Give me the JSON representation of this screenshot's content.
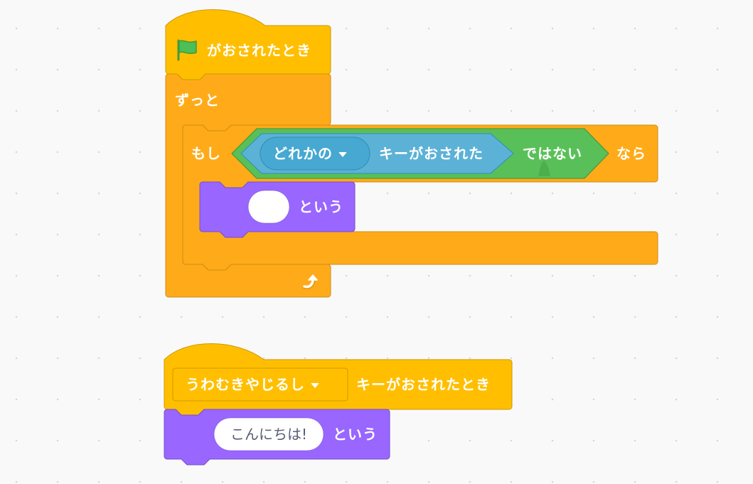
{
  "colors": {
    "background": "#f9f9f9",
    "events": "#ffbf00",
    "events_border": "#cc9900",
    "control": "#ffab19",
    "control_border": "#cf8b17",
    "sensing": "#5cb1d6",
    "sensing_menu": "#47a8d1",
    "sensing_border": "#2e8eb8",
    "operators": "#59c059",
    "operators_border": "#389438",
    "looks": "#9966ff",
    "looks_border": "#774dcb",
    "input_text": "#575e75"
  },
  "script1": {
    "hat": {
      "icon": "green-flag-icon",
      "label": "がおされたとき"
    },
    "forever": {
      "label": "ずっと",
      "loop_icon": "loop-arrow-icon"
    },
    "if": {
      "label_prefix": "もし",
      "label_suffix": "なら",
      "condition": {
        "not_label": "ではない",
        "key_menu": {
          "value": "どれかの",
          "icon": "dropdown-arrow-icon"
        },
        "key_label": "キーがおされた"
      }
    },
    "say": {
      "input_value": "",
      "label": "という"
    }
  },
  "script2": {
    "hat": {
      "key_menu": {
        "value": "うわむきやじるし",
        "icon": "dropdown-arrow-icon"
      },
      "label": "キーがおされたとき"
    },
    "say": {
      "input_value": "こんにちは!",
      "label": "という"
    }
  }
}
